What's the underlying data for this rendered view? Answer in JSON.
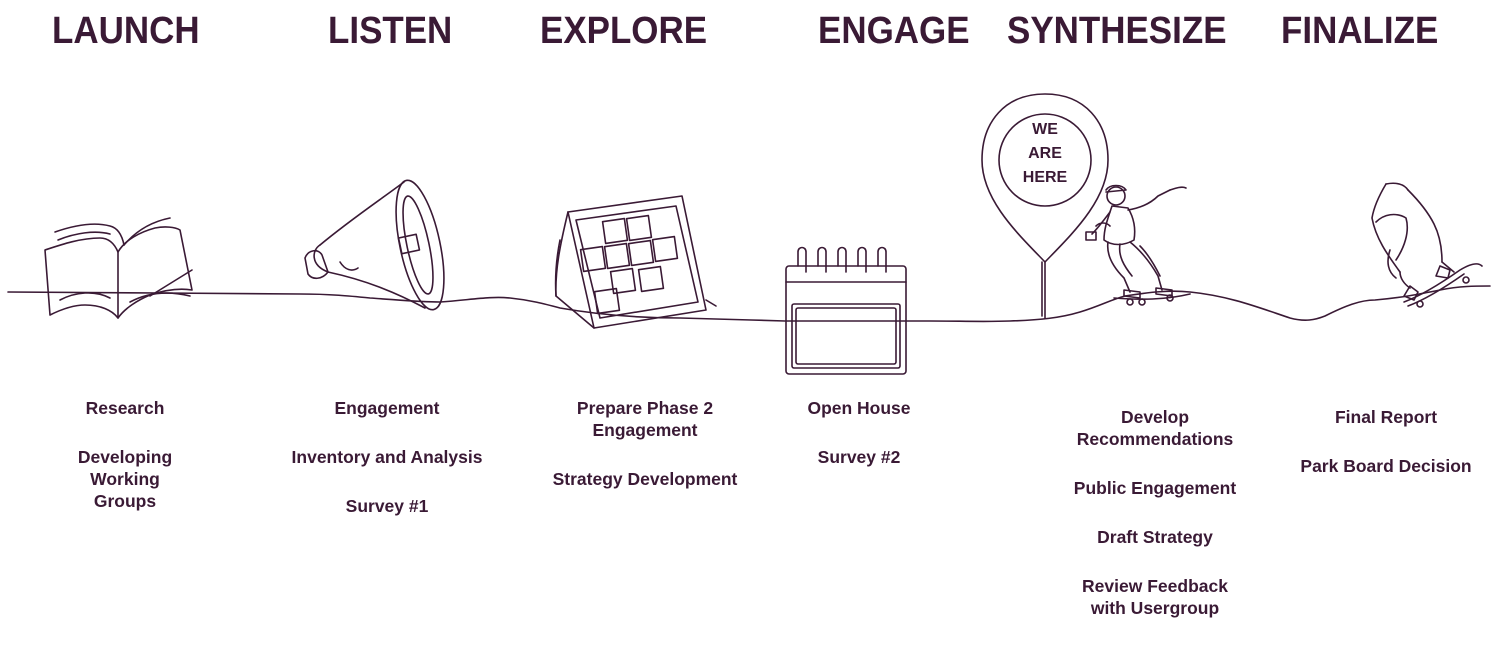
{
  "accent_color": "#3a1a35",
  "phases": [
    {
      "title": "LAUNCH",
      "items": [
        "Research",
        "Developing\nWorking\nGroups"
      ]
    },
    {
      "title": "LISTEN",
      "items": [
        "Engagement",
        "Inventory and Analysis",
        "Survey #1"
      ]
    },
    {
      "title": "EXPLORE",
      "items": [
        "Prepare Phase 2\nEngagement",
        "Strategy Development"
      ]
    },
    {
      "title": "ENGAGE",
      "items": [
        "Open House",
        "Survey #2"
      ]
    },
    {
      "title": "SYNTHESIZE",
      "items": [
        "Develop\nRecommendations",
        "Public Engagement",
        "Draft Strategy",
        "Review Feedback\nwith Usergroup"
      ]
    },
    {
      "title": "FINALIZE",
      "items": [
        "Final Report",
        "Park Board Decision"
      ]
    }
  ],
  "pin": {
    "line1": "WE",
    "line2": "ARE",
    "line3": "HERE"
  },
  "icons": [
    "open-book-icon",
    "megaphone-icon",
    "wall-calendar-icon",
    "spiral-notepad-icon",
    "location-pin-icon",
    "skateboarder-icon",
    "skateboard-trick-icon"
  ]
}
